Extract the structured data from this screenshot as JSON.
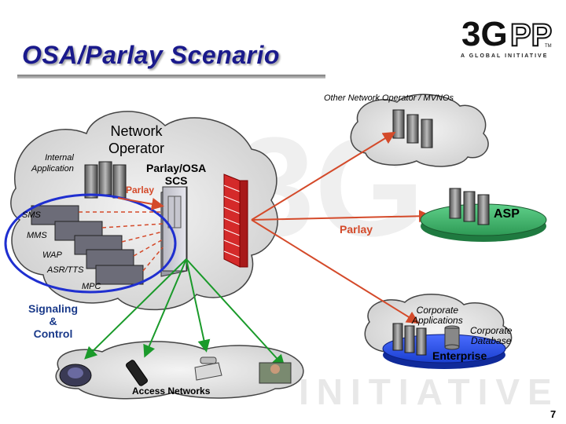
{
  "slide": {
    "title": "OSA/Parlay Scenario",
    "page_number": "7"
  },
  "logo": {
    "mark": "3GPP",
    "tagline": "A GLOBAL INITIATIVE",
    "watermark": "INITIATIVE"
  },
  "diagram": {
    "other_operator_label": "Other Network Operator / MVNOs",
    "network_operator_label_line1": "Network",
    "network_operator_label_line2": "Operator",
    "internal_app_line1": "Internal",
    "internal_app_line2": "Application",
    "parlay_osa_line1": "Parlay/OSA",
    "parlay_osa_line2": "SCS",
    "parlay_left": "Parlay",
    "parlay_right": "Parlay",
    "asp": "ASP",
    "services": [
      "SMS",
      "MMS",
      "WAP",
      "ASR/TTS",
      "MPC"
    ],
    "signaling_line1": "Signaling",
    "signaling_line2": "&",
    "signaling_line3": "Control",
    "corporate_apps_line1": "Corporate",
    "corporate_apps_line2": "Applications",
    "corporate_db_line1": "Corporate",
    "corporate_db_line2": "Database",
    "enterprise": "Enterprise",
    "access_networks": "Access Networks"
  },
  "colors": {
    "title": "#1a1a8c",
    "arrows": "#d44a2a",
    "signaling_lines": "#1a9a2a",
    "service_ellipse": "#1f2fd0",
    "asp_platform": "#2e9a55",
    "enterprise_platform": "#1a3fcf",
    "firewall": "#d42a2a"
  },
  "icons": [
    "server-tower-icon",
    "server-rack-icon",
    "firewall-icon",
    "cloud-icon",
    "phone-icon",
    "mouse-icon",
    "desk-phone-icon",
    "laptop-user-icon",
    "database-icon"
  ]
}
